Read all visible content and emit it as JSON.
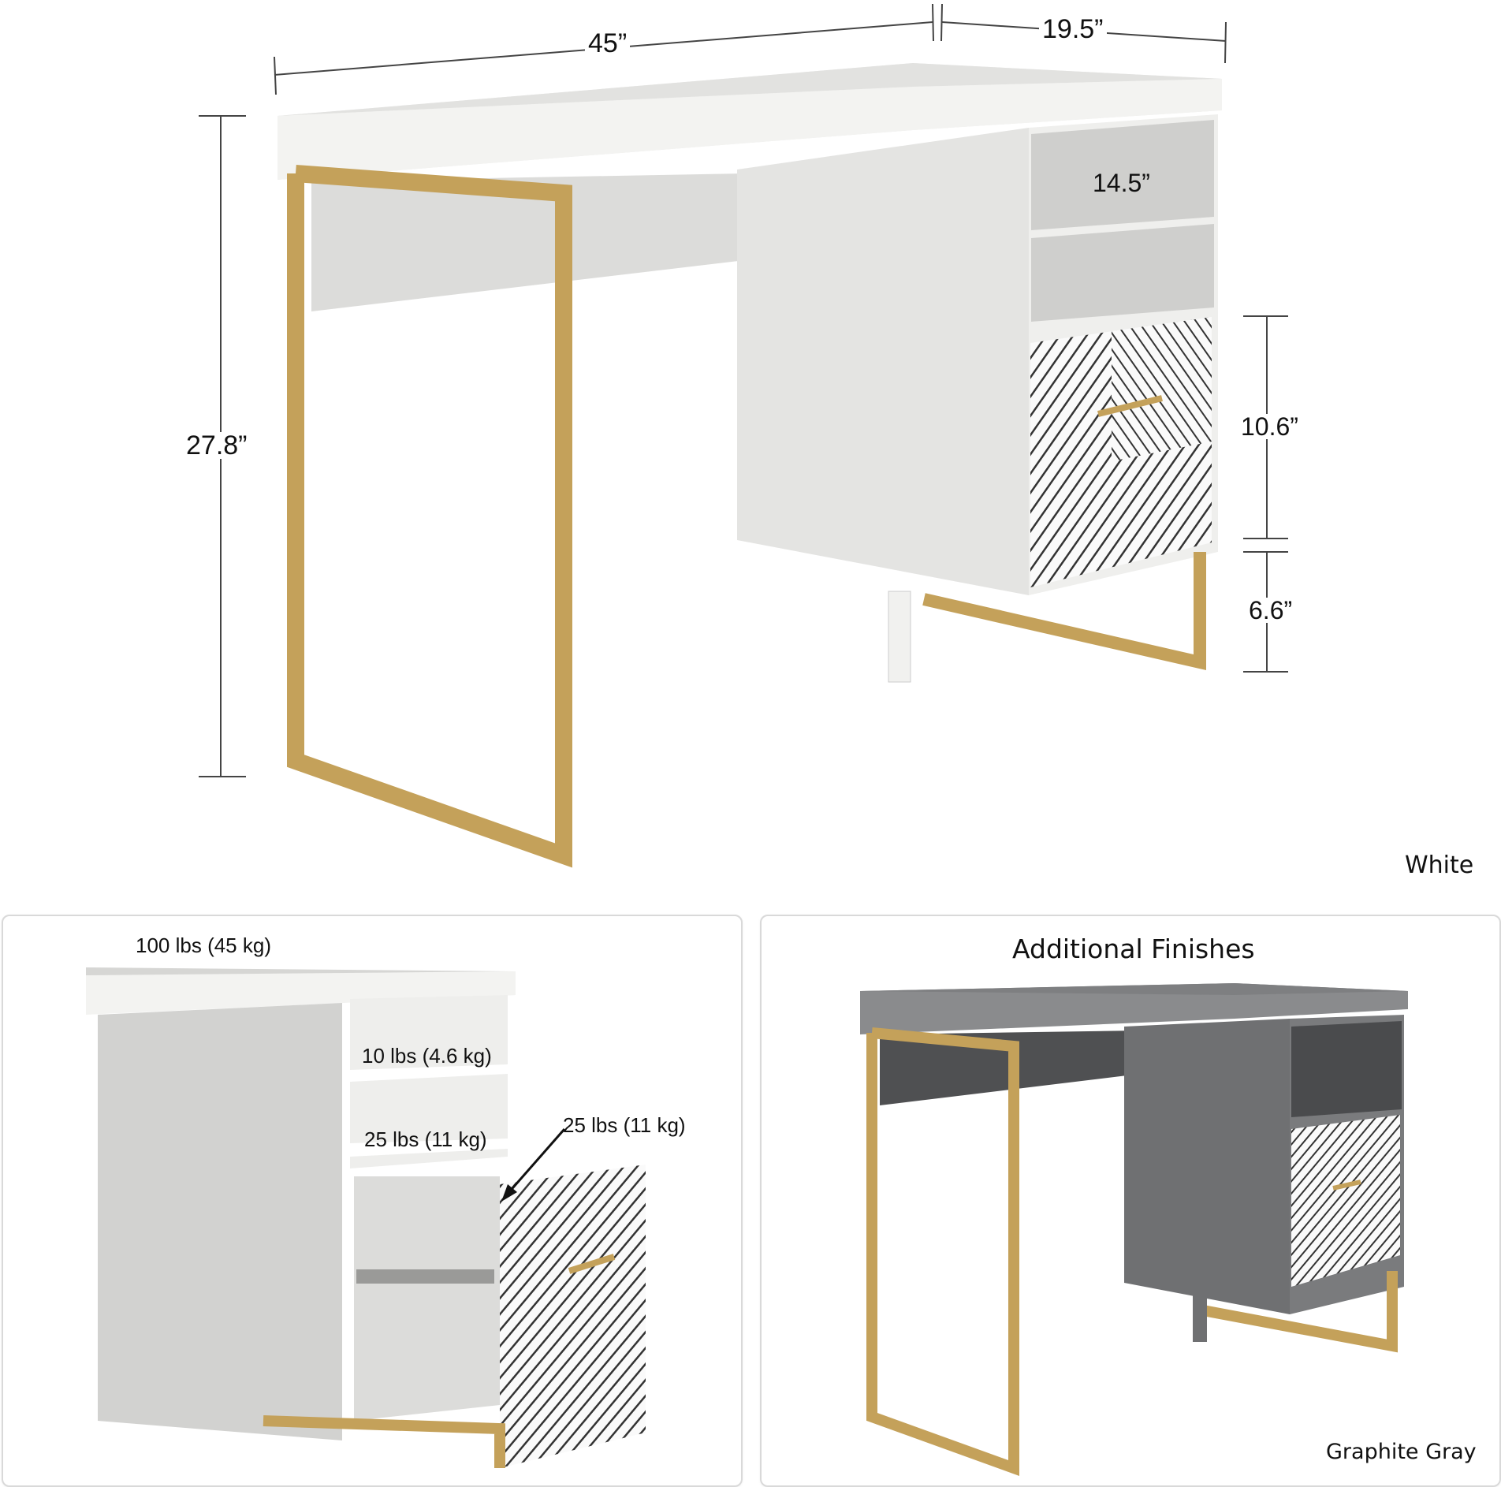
{
  "main_view": {
    "finish_label": "White",
    "dimensions": {
      "width": "45”",
      "depth": "19.5”",
      "height": "27.8”",
      "shelf_width": "14.5”",
      "drawer_height": "10.6”",
      "clearance_height": "6.6”"
    }
  },
  "weight_panel": {
    "desktop_capacity": "100 lbs (45 kg)",
    "upper_shelf_capacity": "10 lbs (4.6 kg)",
    "lower_shelf_capacity": "25 lbs (11 kg)",
    "drawer_capacity": "25 lbs (11 kg)"
  },
  "finishes_panel": {
    "title": "Additional Finishes",
    "finish_label": "Graphite Gray"
  },
  "colors": {
    "white_finish": "#e8e8e6",
    "graphite_finish": "#6f7072",
    "gold_frame": "#c4a15a",
    "dimension_line": "#444444"
  }
}
